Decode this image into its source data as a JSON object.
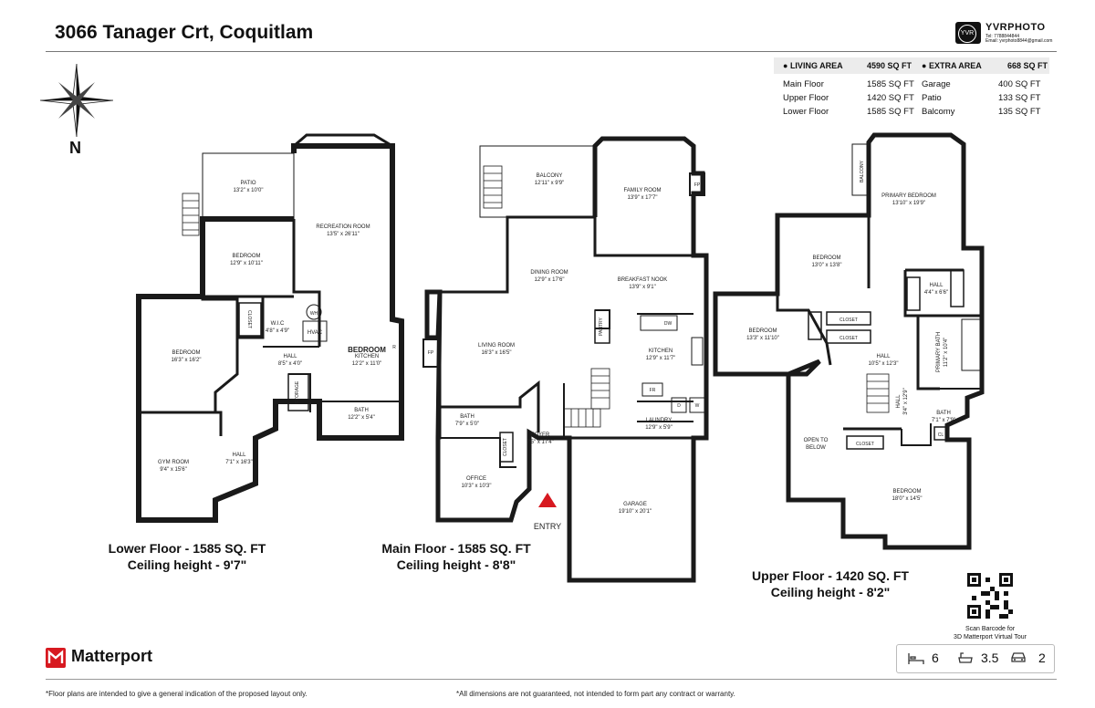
{
  "header": {
    "title": "3066 Tanager Crt, Coquitlam",
    "logo_name": "YVRPHOTO",
    "logo_badge": "YVR",
    "logo_tel": "Tel: 7788844844",
    "logo_email": "Email: yvrphoto8844@gmail.com"
  },
  "area_table": {
    "living_label": "LIVING AREA",
    "living_total": "4590 SQ FT",
    "living_rows": [
      {
        "name": "Main Floor",
        "value": "1585 SQ FT"
      },
      {
        "name": "Upper Floor",
        "value": "1420 SQ FT"
      },
      {
        "name": "Lower Floor",
        "value": "1585 SQ FT"
      }
    ],
    "extra_label": "EXTRA AREA",
    "extra_total": "668 SQ FT",
    "extra_rows": [
      {
        "name": "Garage",
        "value": "400 SQ FT"
      },
      {
        "name": "Patio",
        "value": "133 SQ FT"
      },
      {
        "name": "Balcomy",
        "value": "135 SQ FT"
      }
    ]
  },
  "compass": {
    "north": "N"
  },
  "lower_floor": {
    "label_line1": "Lower Floor - 1585 SQ. FT",
    "label_line2": "Ceiling height - 9'7\"",
    "rooms": [
      {
        "name": "PATIO",
        "dim": "13'2\" x 10'0\""
      },
      {
        "name": "RECREATION ROOM",
        "dim": "13'5\" x 26'11\""
      },
      {
        "name": "BEDROOM",
        "dim": "12'9\" x 10'11\""
      },
      {
        "name": "BEDROOM",
        "dim": "16'3\" x 16'2\""
      },
      {
        "name": "W.I.C",
        "dim": "4'8\" x 4'9\""
      },
      {
        "name": "HALL",
        "dim": "8'5\" x 4'0\""
      },
      {
        "name": "BEDROOM",
        "dim": ""
      },
      {
        "name": "KITCHEN",
        "dim": "12'2\" x 11'0\""
      },
      {
        "name": "BATH",
        "dim": "12'2\" x 5'4\""
      },
      {
        "name": "GYM ROOM",
        "dim": "9'4\" x 15'6\""
      },
      {
        "name": "HALL",
        "dim": "7'1\" x 16'3\""
      }
    ],
    "fixtures": {
      "closet": "CLOSET",
      "storage": "STORAGE",
      "wh": "WH",
      "hvac": "HVAC",
      "r": "R"
    }
  },
  "main_floor": {
    "label_line1": "Main Floor - 1585 SQ. FT",
    "label_line2": "Ceiling height - 8'8\"",
    "rooms": [
      {
        "name": "BALCONY",
        "dim": "12'11\" x 9'9\""
      },
      {
        "name": "FAMILY ROOM",
        "dim": "13'9\" x 17'7\""
      },
      {
        "name": "DINING ROOM",
        "dim": "12'9\" x 17'6\""
      },
      {
        "name": "BREAKFAST NOOK",
        "dim": "13'9\" x 9'1\""
      },
      {
        "name": "LIVING ROOM",
        "dim": "16'3\" x 16'5\""
      },
      {
        "name": "KITCHEN",
        "dim": "12'9\" x 11'7\""
      },
      {
        "name": "BATH",
        "dim": "7'9\" x 5'0\""
      },
      {
        "name": "FOYER",
        "dim": "7'5\" x 17'4\""
      },
      {
        "name": "LAUNDRY",
        "dim": "12'9\" x 5'9\""
      },
      {
        "name": "OFFICE",
        "dim": "10'3\" x 10'3\""
      },
      {
        "name": "GARAGE",
        "dim": "19'10\" x 20'1\""
      }
    ],
    "fixtures": {
      "fp": "FP",
      "pantry": "PANTRY",
      "dw": "DW",
      "fr": "FR",
      "d": "D",
      "w": "W",
      "closet": "CLOSET"
    },
    "entry": "ENTRY"
  },
  "upper_floor": {
    "label_line1": "Upper Floor - 1420 SQ. FT",
    "label_line2": "Ceiling height - 8'2\"",
    "rooms": [
      {
        "name": "PRIMARY BEDROOM",
        "dim": "13'10\" x 19'9\""
      },
      {
        "name": "BEDROOM",
        "dim": "13'0\" x 13'8\""
      },
      {
        "name": "HALL",
        "dim": "4'4\" x 6'6\""
      },
      {
        "name": "BEDROOM",
        "dim": "13'3\" x 11'10\""
      },
      {
        "name": "PRIMARY BATH",
        "dim": "11'2\" x 10'4\""
      },
      {
        "name": "HALL",
        "dim": "10'5\" x 12'3\""
      },
      {
        "name": "HALL",
        "dim": "3'4\" x 12'9\""
      },
      {
        "name": "BATH",
        "dim": "7'1\" x 7'9\""
      },
      {
        "name": "OPEN TO",
        "dim": "BELOW"
      },
      {
        "name": "BEDROOM",
        "dim": "18'0\" x 14'5\""
      }
    ],
    "fixtures": {
      "balcony": "BALCONY",
      "closet": "CLOSET",
      "cl": "CL"
    }
  },
  "qr": {
    "caption_line1": "Scan Barcode for",
    "caption_line2": "3D Matterport Virtual Tour"
  },
  "footer": {
    "brand": "Matterport",
    "bedrooms": "6",
    "baths": "3.5",
    "parking": "2",
    "disclaimer_left": "*Floor plans are intended to give a general indication of the proposed layout only.",
    "disclaimer_right": "*All dimensions are not guaranteed, not intended to form part any contract or warranty."
  },
  "colors": {
    "wall": "#1a1a1a",
    "entry_marker": "#d71920",
    "brand": "#d71920"
  }
}
